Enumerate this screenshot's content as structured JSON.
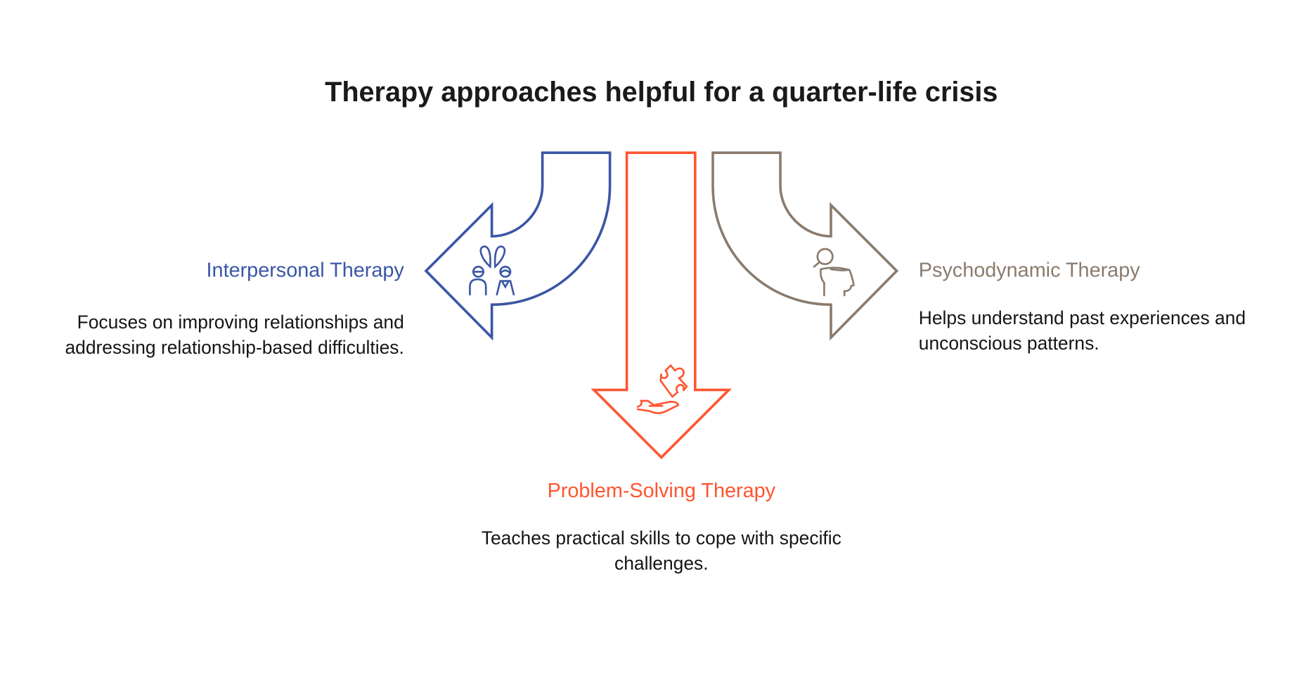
{
  "title": "Therapy approaches helpful for a quarter-life crisis",
  "colors": {
    "interpersonal": "#3A56A5",
    "problem_solving": "#FF5530",
    "psychodynamic": "#8A7B6D"
  },
  "items": [
    {
      "label": "Interpersonal Therapy",
      "description": "Focuses on improving relationships and addressing relationship-based difficulties.",
      "icon": "people-icon"
    },
    {
      "label": "Problem-Solving Therapy",
      "description": "Teaches practical skills to cope with specific challenges.",
      "icon": "hand-puzzle-icon"
    },
    {
      "label": "Psychodynamic Therapy",
      "description": "Helps understand past experiences and unconscious patterns.",
      "icon": "head-magnifier-icon"
    }
  ]
}
